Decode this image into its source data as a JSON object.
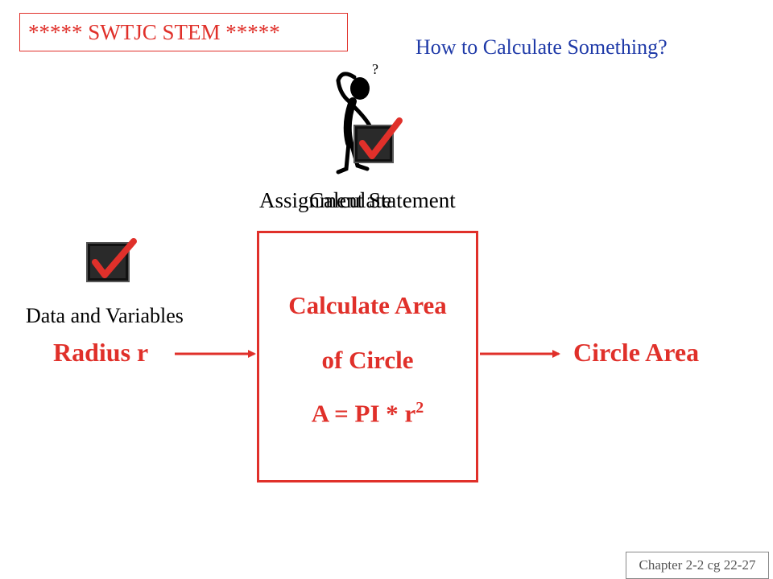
{
  "header": {
    "tag": "*****  SWTJC STEM *****"
  },
  "slide": {
    "title": "How to Calculate Something?"
  },
  "labels": {
    "assignment": "Assignment Statement",
    "calculate": "Calculate",
    "data_and_variables": "Data and Variables"
  },
  "process_box": {
    "line1": "Calculate Area",
    "line2": "of Circle",
    "formula": "A = PI * r",
    "exponent": "2"
  },
  "flow": {
    "input": "Radius r",
    "output": "Circle Area"
  },
  "footer": {
    "text": "Chapter 2-2 cg 22-27"
  },
  "icons": {
    "thinking_figure": "thinking-person-icon",
    "checkmark": "red-checkmark-icon",
    "question": "?"
  },
  "colors": {
    "accent_red": "#e0302a",
    "title_blue": "#1f3aa8",
    "footer_gray": "#555555"
  }
}
